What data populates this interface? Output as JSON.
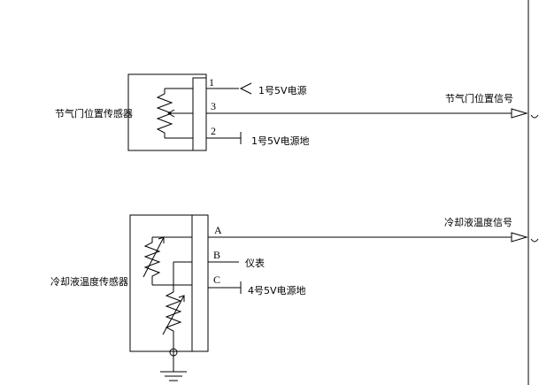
{
  "tps": {
    "name": "节气门位置传感器",
    "pins": [
      "1",
      "3",
      "2"
    ],
    "pin1_text": "1号5V电源",
    "pin3_text": "节气门位置信号",
    "pin2_text": "1号5V电源地"
  },
  "ects": {
    "name": "冷却液温度传感器",
    "pins": [
      "A",
      "B",
      "C"
    ],
    "pinA_text": "冷却液温度信号",
    "pinB_text": "仪表",
    "pinC_text": "4号5V电源地"
  }
}
